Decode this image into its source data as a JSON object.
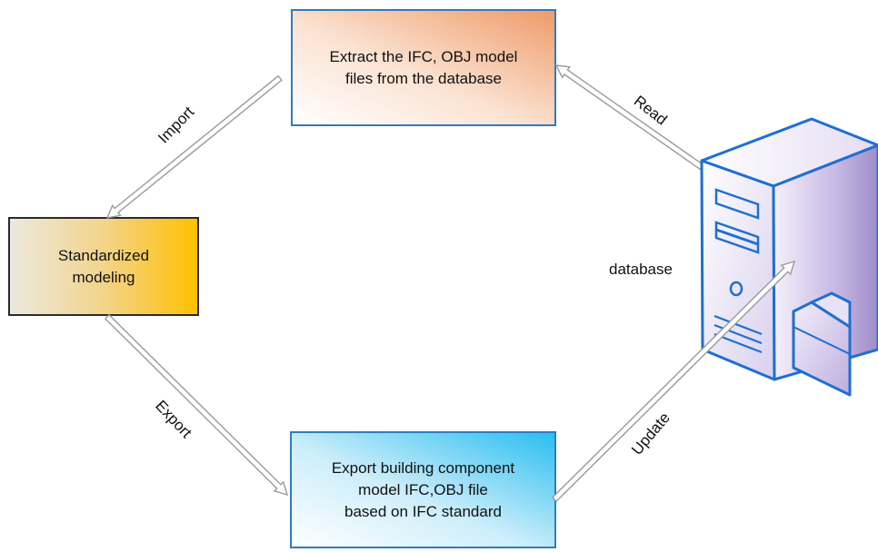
{
  "nodes": {
    "extract": {
      "text": "Extract the IFC, OBJ  model\nfiles from the database"
    },
    "standardized": {
      "text": "Standardized\nmodeling"
    },
    "export_box": {
      "text": "Export building component\nmodel IFC,OBJ file\nbased on IFC standard"
    },
    "database": {
      "label": "database",
      "icon": "server-icon"
    }
  },
  "edges": {
    "import": {
      "label": "Import"
    },
    "read": {
      "label": "Read"
    },
    "export": {
      "label": "Export"
    },
    "update": {
      "label": "Update"
    }
  },
  "colors": {
    "box_border": "#2f7bbf",
    "extract_fill_end": "#f0a070",
    "standardized_fill_end": "#ffc000",
    "export_fill_end": "#33c0f0",
    "arrow_fill": "#ffffff",
    "arrow_stroke": "#9a9a9a",
    "server_stroke": "#1f6fd0",
    "server_fill": "#b8a8d8"
  }
}
